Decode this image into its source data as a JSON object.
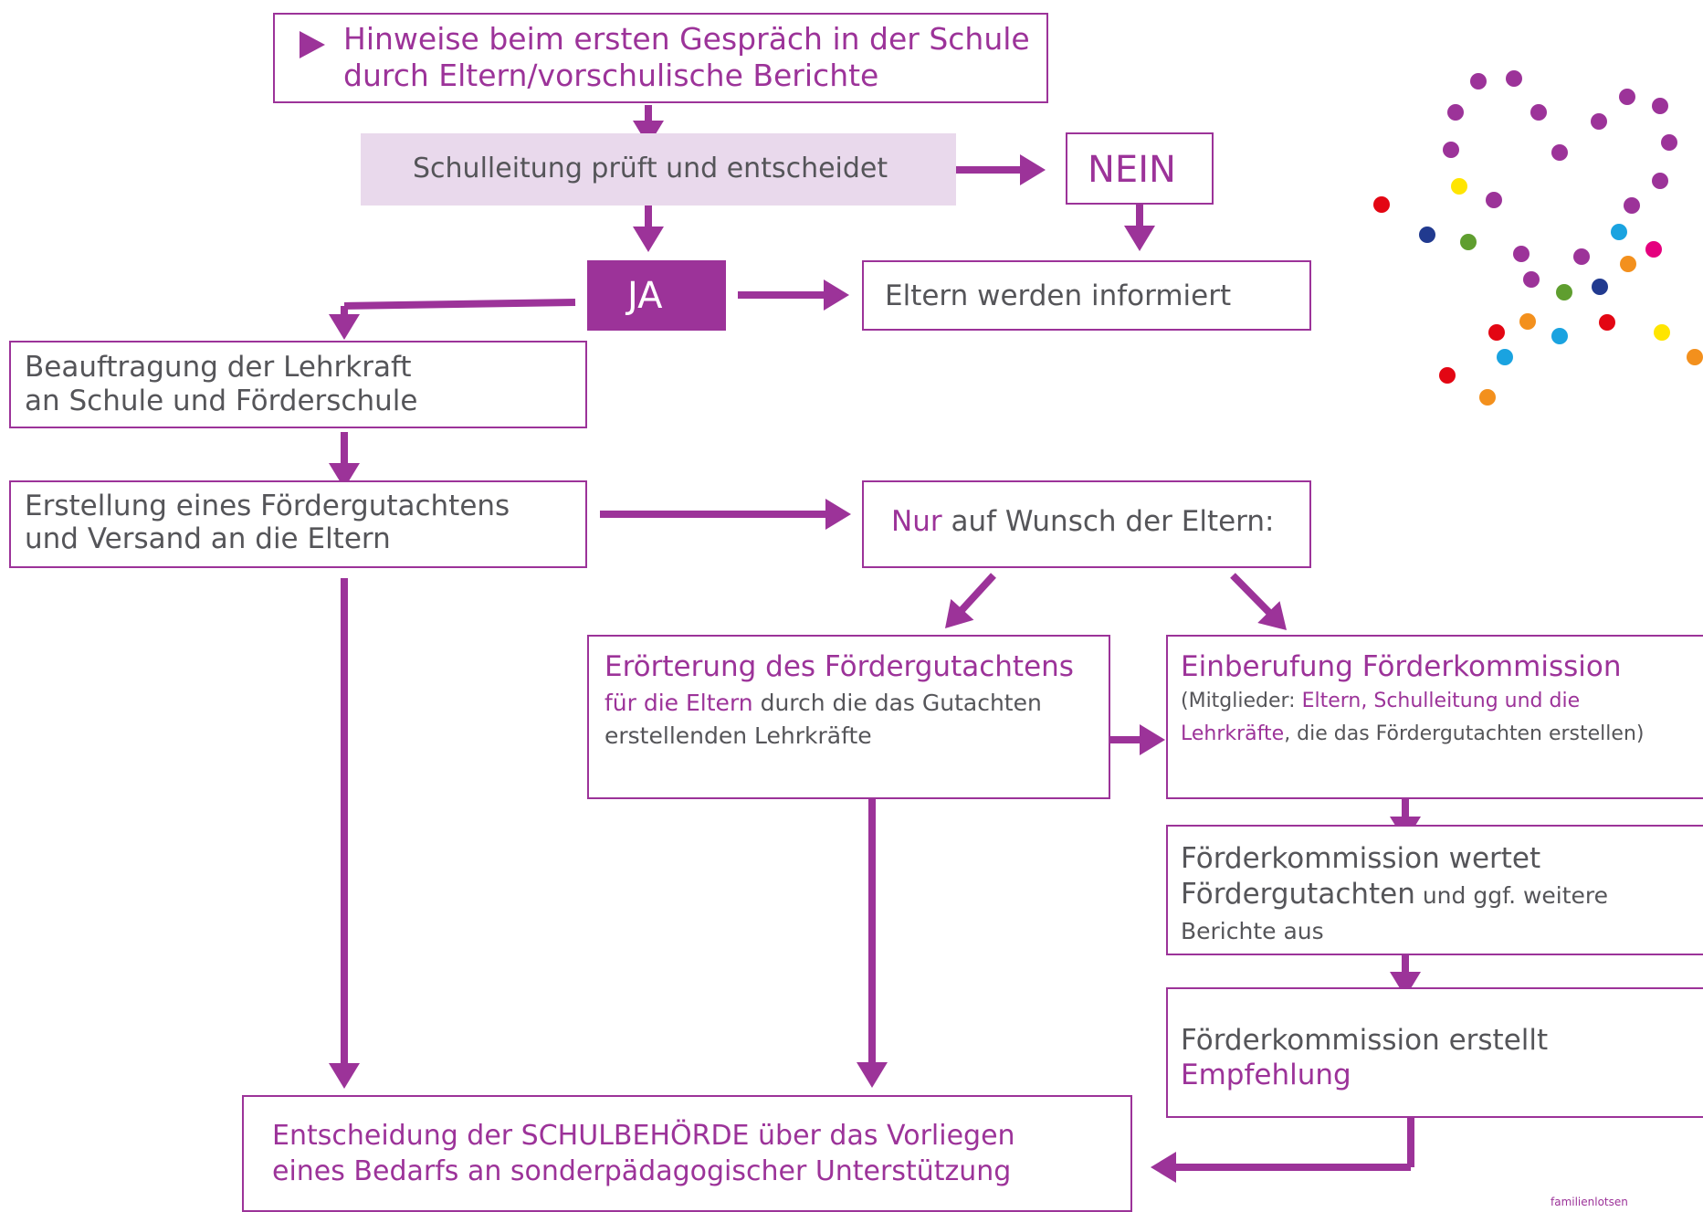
{
  "colors": {
    "accent": "#9c3399",
    "text": "#555559",
    "highlight_fill": "#e9d9ec",
    "ja_fill": "#9c3399"
  },
  "icons": {
    "start_marker": "play-triangle-icon",
    "decoration": "confetti-dots"
  },
  "boxes": {
    "start": {
      "line1": "Hinweise beim ersten Gespräch in der Schule",
      "line2": "durch Eltern/vorschulische Berichte"
    },
    "review": "Schulleitung prüft und entscheidet",
    "no": "NEIN",
    "yes": "JA",
    "parents_informed": "Eltern werden informiert",
    "assignment": {
      "line1": "Beauftragung der Lehrkraft",
      "line2": "an Schule und Förderschule"
    },
    "report": {
      "line1": "Erstellung eines Fördergutachtens",
      "line2": "und Versand an die Eltern"
    },
    "on_request": {
      "highlight": "Nur",
      "rest": " auf Wunsch der Eltern:"
    },
    "discussion": {
      "title": "Erörterung des Fördergutachtens",
      "line2_highlight": "für die Eltern",
      "line2_rest": " durch die das Gutachten",
      "line3": "erstellenden Lehrkräfte"
    },
    "commission": {
      "title": "Einberufung Förderkommission",
      "line2_prefix": "(Mitglieder: ",
      "line2_highlight": "Eltern, Schulleitung und die",
      "line3_highlight": "Lehrkräfte",
      "line3_rest": ", die das Fördergutachten erstellen)"
    },
    "evaluation": {
      "line1": "Förderkommission wertet",
      "line2_big": "Fördergutachten",
      "line2_small": " und ggf. weitere",
      "line3": "Berichte aus"
    },
    "recommendation": {
      "line1": "Förderkommission erstellt",
      "line2": "Empfehlung"
    },
    "decision": {
      "line1": "Entscheidung der SCHULBEHÖRDE über das Vorliegen",
      "line2": "eines Bedarfs an sonderpädagogischer Unterstützung"
    }
  },
  "footer_credit": "familienlotsen"
}
